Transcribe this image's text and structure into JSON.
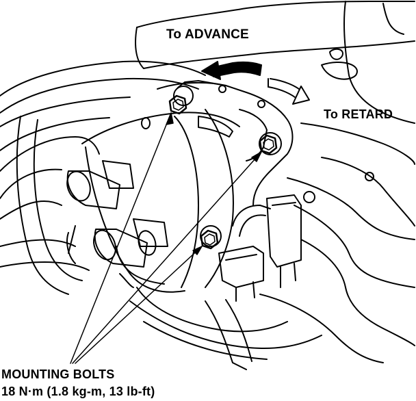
{
  "labels": {
    "advance": "To ADVANCE",
    "retard": "To RETARD",
    "mounting_bolts": "MOUNTING BOLTS",
    "torque": "18 N·m (1.8 kg-m, 13 lb-ft)"
  },
  "colors": {
    "ink": "#000000",
    "paper": "#ffffff"
  }
}
